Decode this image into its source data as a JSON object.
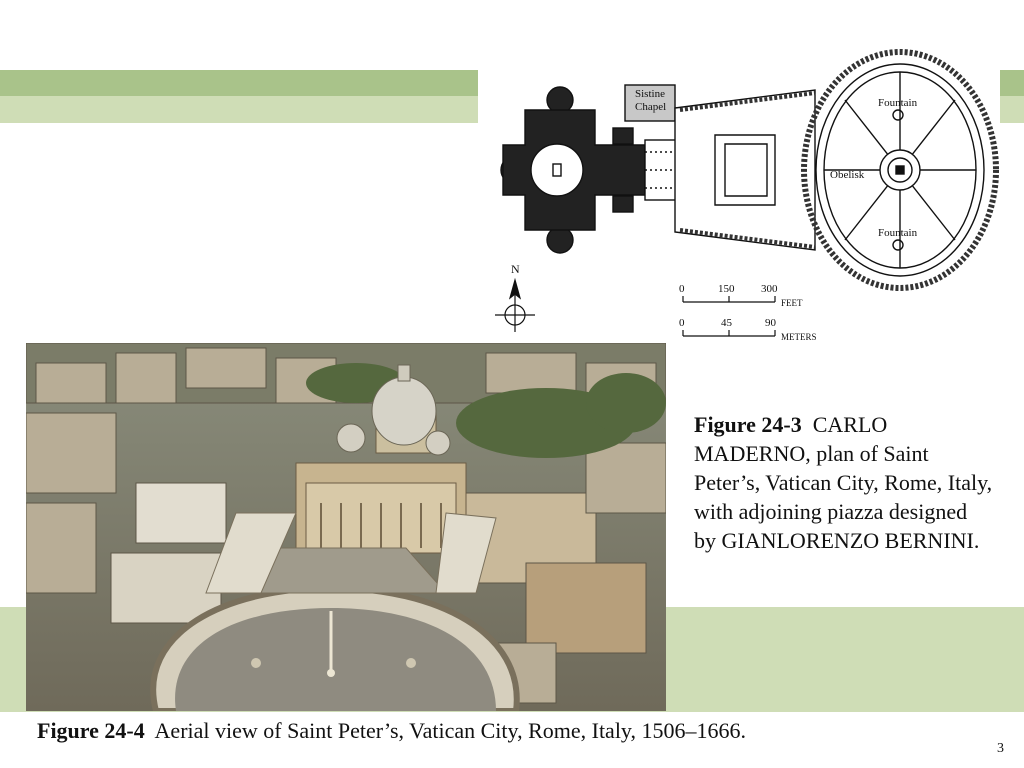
{
  "colors": {
    "band_dark": "#a9c38a",
    "band_light": "#cfddb6",
    "band_bottom": "#cfddb6"
  },
  "plan": {
    "labels": {
      "sistine": [
        "Sistine",
        "Chapel"
      ],
      "fountain_top": "Fountain",
      "obelisk": "Obelisk",
      "fountain_bottom": "Fountain"
    },
    "compass_letter": "N",
    "scale_feet": {
      "ticks": [
        "0",
        "150",
        "300"
      ],
      "unit": "FEET"
    },
    "scale_meters": {
      "ticks": [
        "0",
        "45",
        "90"
      ],
      "unit": "METERS"
    }
  },
  "caption_top": {
    "figure": "Figure 24-3",
    "text": "CARLO MADERNO, plan of Saint Peter’s, Vatican City, Rome, Italy, with adjoining piazza designed by GIANLORENZO BERNINI."
  },
  "caption_bottom": {
    "figure": "Figure 24-4",
    "text": "Aerial view of Saint Peter’s, Vatican City, Rome, Italy, 1506–1666."
  },
  "page_number": "3"
}
